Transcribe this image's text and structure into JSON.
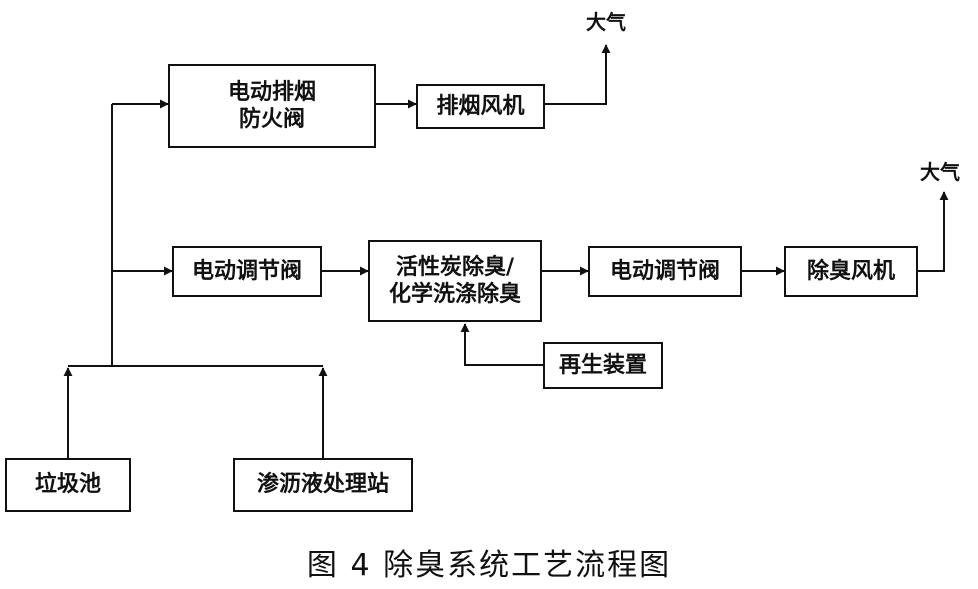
{
  "diagram": {
    "nodes": {
      "fire_valve": "电动排烟\n防火阀",
      "exhaust_fan": "排烟风机",
      "reg_valve_1": "电动调节阀",
      "carbon": "活性炭除臭/\n化学洗涤除臭",
      "reg_valve_2": "电动调节阀",
      "deodor_fan": "除臭风机",
      "regen": "再生装置",
      "garbage_pit": "垃圾池",
      "leachate": "渗沥液处理站"
    },
    "outlets": {
      "atmosphere_1": "大气",
      "atmosphere_2": "大气"
    },
    "caption": "图 4   除臭系统工艺流程图"
  }
}
